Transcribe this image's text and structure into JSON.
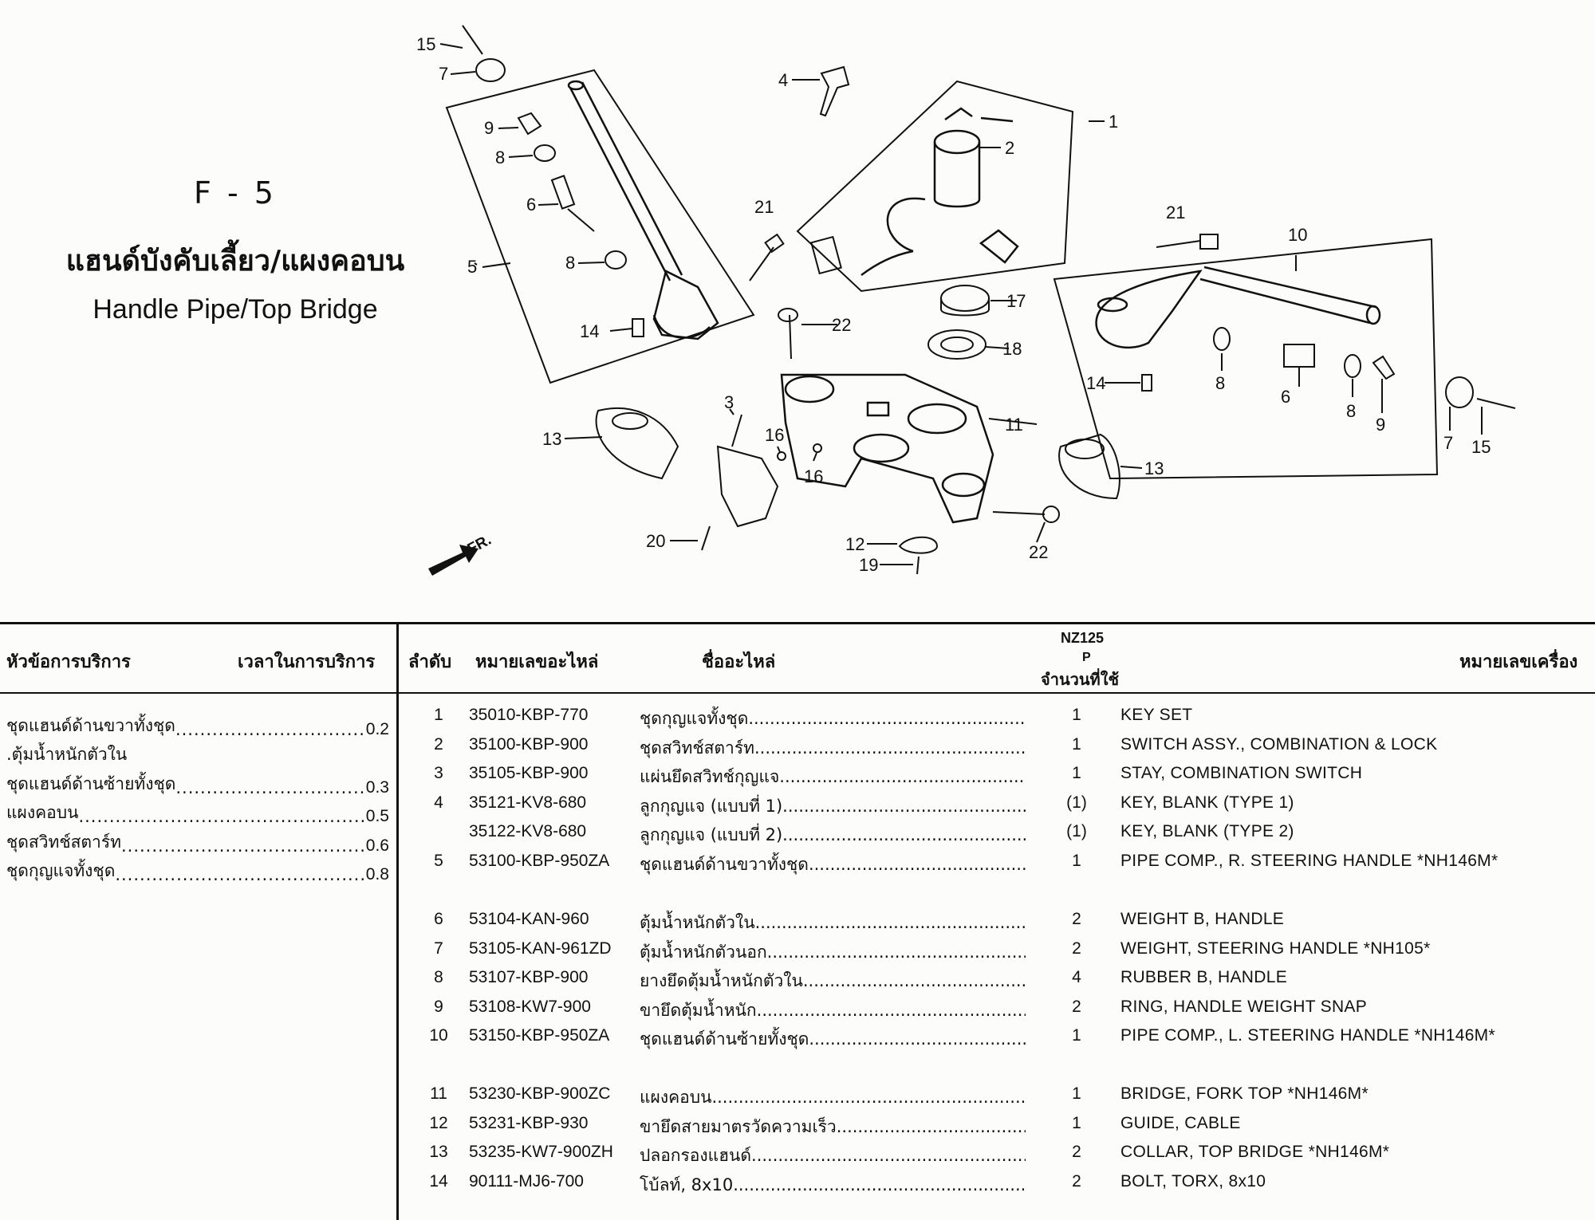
{
  "header": {
    "code": "F - 5",
    "title_th": "แฮนด์บังคับเลี้ยว/แผงคอบน",
    "title_en": "Handle Pipe/Top Bridge"
  },
  "diagram": {
    "callouts": [
      "15",
      "7",
      "9",
      "8",
      "6",
      "8",
      "5",
      "14",
      "4",
      "1",
      "2",
      "21",
      "22",
      "17",
      "18",
      "21",
      "10",
      "14",
      "8",
      "6",
      "8",
      "9",
      "7",
      "15",
      "3",
      "16",
      "16",
      "11",
      "13",
      "13",
      "20",
      "12",
      "19",
      "22"
    ],
    "front_label": "FR."
  },
  "table": {
    "headers": {
      "service_item": "หัวข้อการบริการ",
      "service_time": "เวลาในการบริการ",
      "no": "ลำดับ",
      "part_no": "หมายเลขอะไหล่",
      "part_name": "ชื่ออะไหล่",
      "model": "NZ125",
      "model_type": "P",
      "qty": "จำนวนที่ใช้",
      "eng_no": "หมายเลขเครื่อง"
    },
    "service_items": [
      {
        "label": "ชุดแฮนด์ด้านขวาทั้งชุด",
        "time": "0.2"
      },
      {
        "label": ".ตุ้มน้ำหนักตัวใน",
        "time": ""
      },
      {
        "label": "ชุดแฮนด์ด้านซ้ายทั้งชุด",
        "time": "0.3"
      },
      {
        "label": "แผงคอบน",
        "time": "0.5"
      },
      {
        "label": "ชุดสวิทช์สตาร์ท",
        "time": "0.6"
      },
      {
        "label": "ชุดกุญแจทั้งชุด",
        "time": "0.8"
      }
    ],
    "parts": [
      {
        "no": "1",
        "part_no": "35010-KBP-770",
        "name_th": "ชุดกุญแจทั้งชุด",
        "qty": "1",
        "name_en": "KEY SET"
      },
      {
        "no": "2",
        "part_no": "35100-KBP-900",
        "name_th": "ชุดสวิทช์สตาร์ท",
        "qty": "1",
        "name_en": "SWITCH ASSY., COMBINATION & LOCK"
      },
      {
        "no": "3",
        "part_no": "35105-KBP-900",
        "name_th": "แผ่นยึดสวิทช์กุญแจ",
        "qty": "1",
        "name_en": "STAY, COMBINATION SWITCH"
      },
      {
        "no": "4",
        "part_no": "35121-KV8-680",
        "name_th": "ลูกกุญแจ (แบบที่ 1)",
        "qty": "(1)",
        "name_en": "KEY, BLANK (TYPE 1)"
      },
      {
        "no": "",
        "part_no": "35122-KV8-680",
        "name_th": "ลูกกุญแจ (แบบที่ 2)",
        "qty": "(1)",
        "name_en": "KEY, BLANK (TYPE 2)"
      },
      {
        "no": "5",
        "part_no": "53100-KBP-950ZA",
        "name_th": "ชุดแฮนด์ด้านขวาทั้งชุด",
        "qty": "1",
        "name_en": "PIPE COMP., R. STEERING HANDLE *NH146M*"
      },
      {
        "no": "6",
        "part_no": "53104-KAN-960",
        "name_th": "ตุ้มน้ำหนักตัวใน",
        "qty": "2",
        "name_en": "WEIGHT B, HANDLE"
      },
      {
        "no": "7",
        "part_no": "53105-KAN-961ZD",
        "name_th": "ตุ้มน้ำหนักตัวนอก",
        "qty": "2",
        "name_en": "WEIGHT, STEERING HANDLE *NH105*"
      },
      {
        "no": "8",
        "part_no": "53107-KBP-900",
        "name_th": "ยางยึดตุ้มน้ำหนักตัวใน",
        "qty": "4",
        "name_en": "RUBBER B, HANDLE"
      },
      {
        "no": "9",
        "part_no": "53108-KW7-900",
        "name_th": "ขายึดตุ้มน้ำหนัก",
        "qty": "2",
        "name_en": "RING, HANDLE WEIGHT SNAP"
      },
      {
        "no": "10",
        "part_no": "53150-KBP-950ZA",
        "name_th": "ชุดแฮนด์ด้านซ้ายทั้งชุด",
        "qty": "1",
        "name_en": "PIPE COMP., L. STEERING HANDLE *NH146M*"
      },
      {
        "no": "11",
        "part_no": "53230-KBP-900ZC",
        "name_th": "แผงคอบน",
        "qty": "1",
        "name_en": "BRIDGE, FORK TOP *NH146M*"
      },
      {
        "no": "12",
        "part_no": "53231-KBP-930",
        "name_th": "ขายึดสายมาตรวัดความเร็ว",
        "qty": "1",
        "name_en": "GUIDE, CABLE"
      },
      {
        "no": "13",
        "part_no": "53235-KW7-900ZH",
        "name_th": "ปลอกรองแฮนด์",
        "qty": "2",
        "name_en": "COLLAR, TOP BRIDGE *NH146M*"
      },
      {
        "no": "14",
        "part_no": "90111-MJ6-700",
        "name_th": "โบ้ลท์, 8x10",
        "qty": "2",
        "name_en": "BOLT, TORX, 8x10"
      }
    ]
  }
}
